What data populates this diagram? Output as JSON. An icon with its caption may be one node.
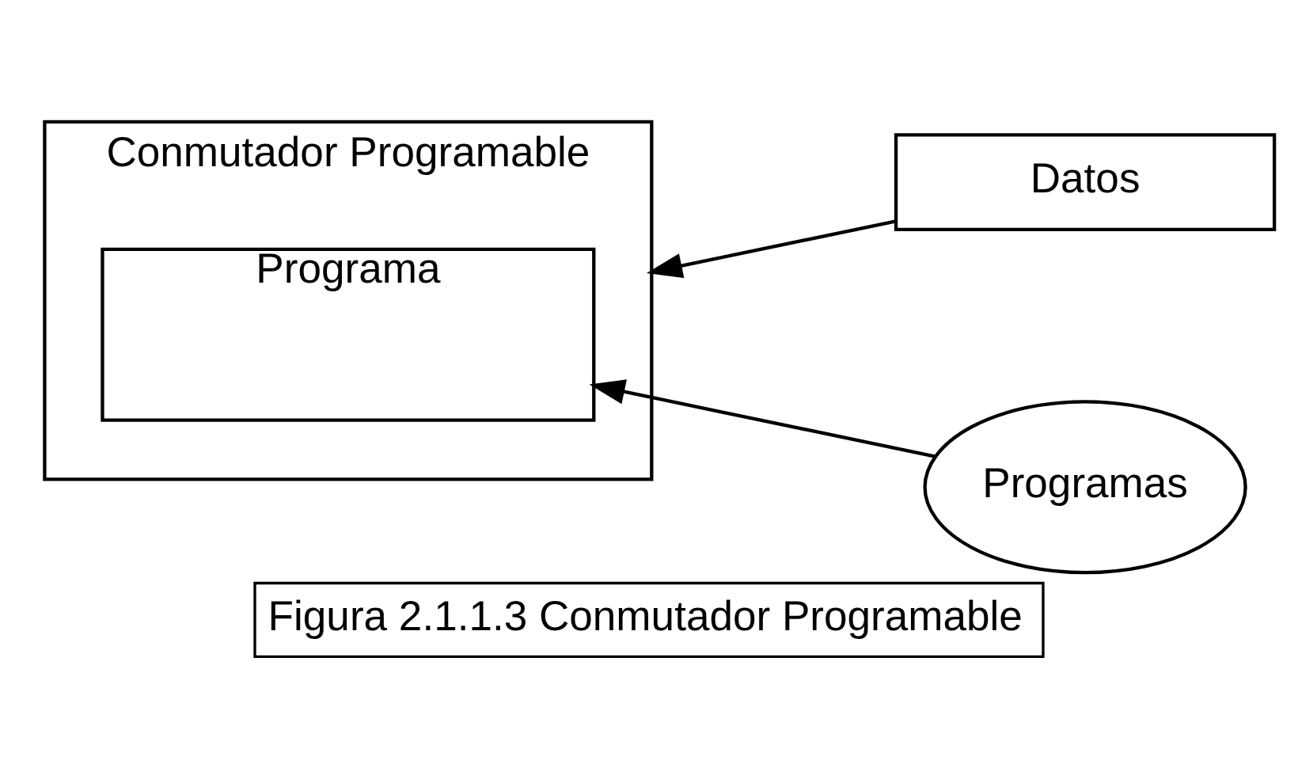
{
  "diagram": {
    "caption": "Figura 2.1.1.3 Conmutador Programable",
    "nodes": [
      {
        "text": [
          "Conmutador Programable"
        ]
      },
      {
        "text": [
          "Programa"
        ],
        "in": 0
      },
      {
        "text": [
          "Datos"
        ]
      },
      {
        "text": [
          "Programas"
        ]
      }
    ],
    "edges": [
      {
        "from": 2,
        "to": 0,
        "arrow": "to"
      },
      {
        "from": 3,
        "to": 1,
        "arrow": "to"
      }
    ]
  }
}
